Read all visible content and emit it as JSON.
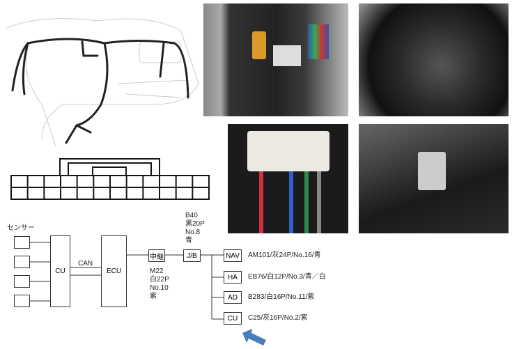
{
  "diagram": {
    "sensor_label": "センサー",
    "cu_label": "CU",
    "can_label": "CAN",
    "ecu_label": "ECU",
    "relay": {
      "label": "中継",
      "info": [
        "M22",
        "白22P",
        "No.10",
        "紫"
      ]
    },
    "jb": {
      "label": "J/B",
      "info": [
        "B40",
        "黒20P",
        "No.8",
        "青"
      ]
    },
    "branches": [
      {
        "label": "NAV",
        "info": "AM101/灰24P/No.16/青"
      },
      {
        "label": "HA",
        "info": "EB76/白12P/No.3/青／白"
      },
      {
        "label": "AD",
        "info": "B283/白16P/No.11/紫"
      },
      {
        "label": "CU",
        "info": "C25/灰16P/No.2/紫"
      }
    ],
    "arrow_color": "#4a7ebb"
  }
}
